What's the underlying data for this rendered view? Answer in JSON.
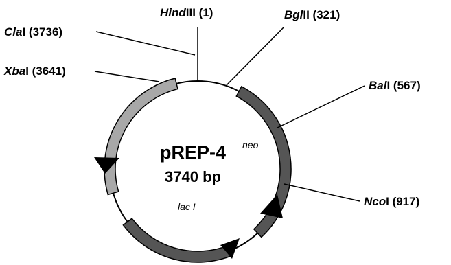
{
  "plasmid": {
    "name": "pREP-4",
    "size": "3740 bp"
  },
  "genes": {
    "neo": "neo",
    "lac": "lac I"
  },
  "sites": {
    "hind": {
      "enzyme": "Hind",
      "suffix": "III (1)"
    },
    "bgl": {
      "enzyme": "Bgl",
      "suffix": "II (321)"
    },
    "bal": {
      "enzyme": "Bal",
      "suffix": "I (567)"
    },
    "nco": {
      "enzyme": "Nco",
      "suffix": "I (917)"
    },
    "cla": {
      "enzyme": "Cla",
      "suffix": "I (3736)"
    },
    "xba": {
      "enzyme": "Xba",
      "suffix": "I (3641)"
    }
  },
  "colors": {
    "dark_feature": "#555555",
    "light_feature": "#a8a8a8"
  }
}
